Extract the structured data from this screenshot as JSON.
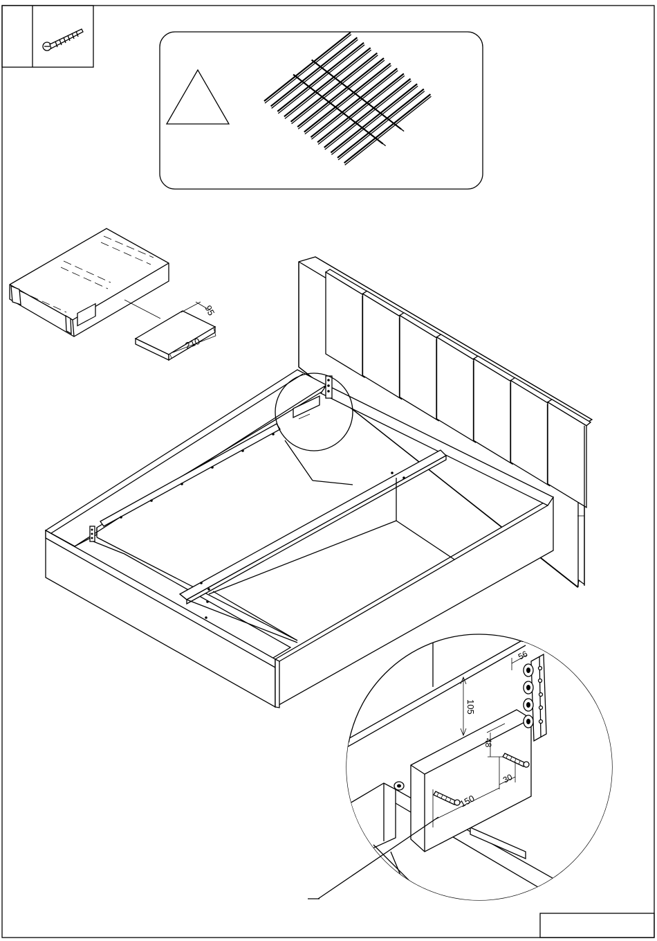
{
  "hardware": {
    "icon": "screw-icon",
    "quantity": ""
  },
  "notice": {
    "icon": "warning-triangle-icon",
    "text": ""
  },
  "slatframe": {
    "icon": "slatted-bed-base-icon"
  },
  "box": {
    "icon": "packaging-box-icon"
  },
  "dimensions": {
    "block_width": "95",
    "block_length": "210",
    "height_105": "105",
    "height_48": "48",
    "width_56": "56",
    "offset_30": "30",
    "length_150": "150"
  },
  "page_number": ""
}
